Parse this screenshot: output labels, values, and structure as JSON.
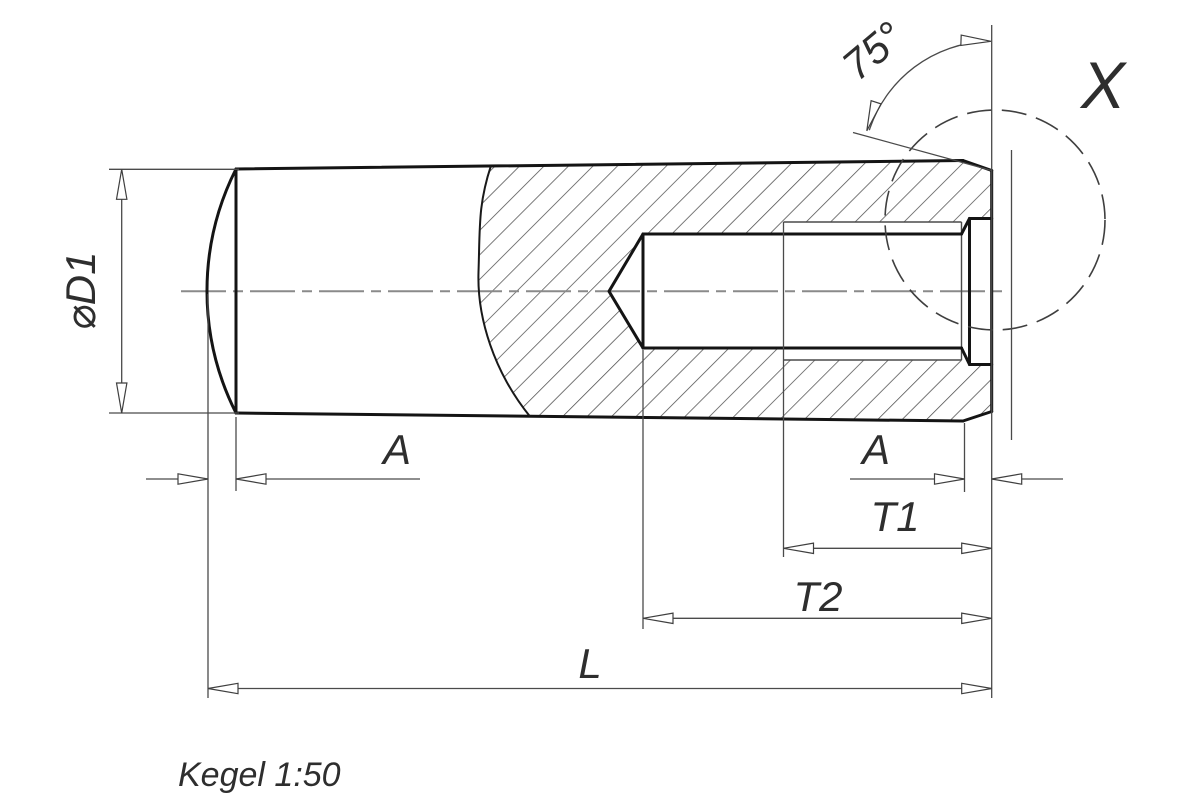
{
  "drawing": {
    "note": "Kegel 1:50",
    "labels": {
      "diameter_d1": "⌀D1",
      "chamfer_angle": "75°",
      "detail_marker": "X",
      "crown_height_left": "A",
      "chamfer_length_right": "A",
      "thread_depth_t1": "T1",
      "hole_depth_t2": "T2",
      "overall_length_l": "L"
    },
    "colors": {
      "background": "#ffffff",
      "outline": "#141414",
      "thin_line": "#4a4a4a",
      "center_line": "#8a8a8a",
      "text": "#2e2e2e"
    }
  }
}
